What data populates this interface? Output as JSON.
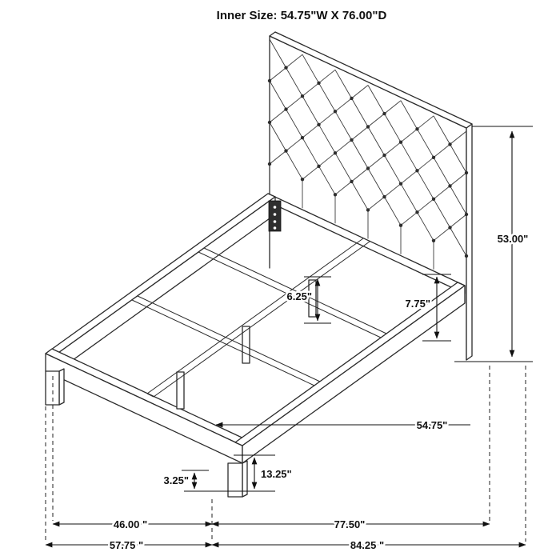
{
  "page": {
    "background": "#ffffff",
    "line_color": "#2b2b2b",
    "dimension_color": "#101010"
  },
  "title": "Inner Size: 54.75\"W X 76.00\"D",
  "diagram": {
    "subject": "upholstered-bed-frame-with-tufted-headboard-dimension-drawing",
    "labels": {
      "headboard_height": "53.00\"",
      "slat_height": "6.25\"",
      "rail_top_height": "7.75\"",
      "inner_width": "54.75\"",
      "footboard_height": "13.25\"",
      "leg_height": "3.25\"",
      "inner_width_floor": "46.00 \"",
      "outer_width_floor": "57.75 \"",
      "inner_depth_floor": "77.50\"",
      "outer_depth_floor": "84.25 \""
    }
  }
}
